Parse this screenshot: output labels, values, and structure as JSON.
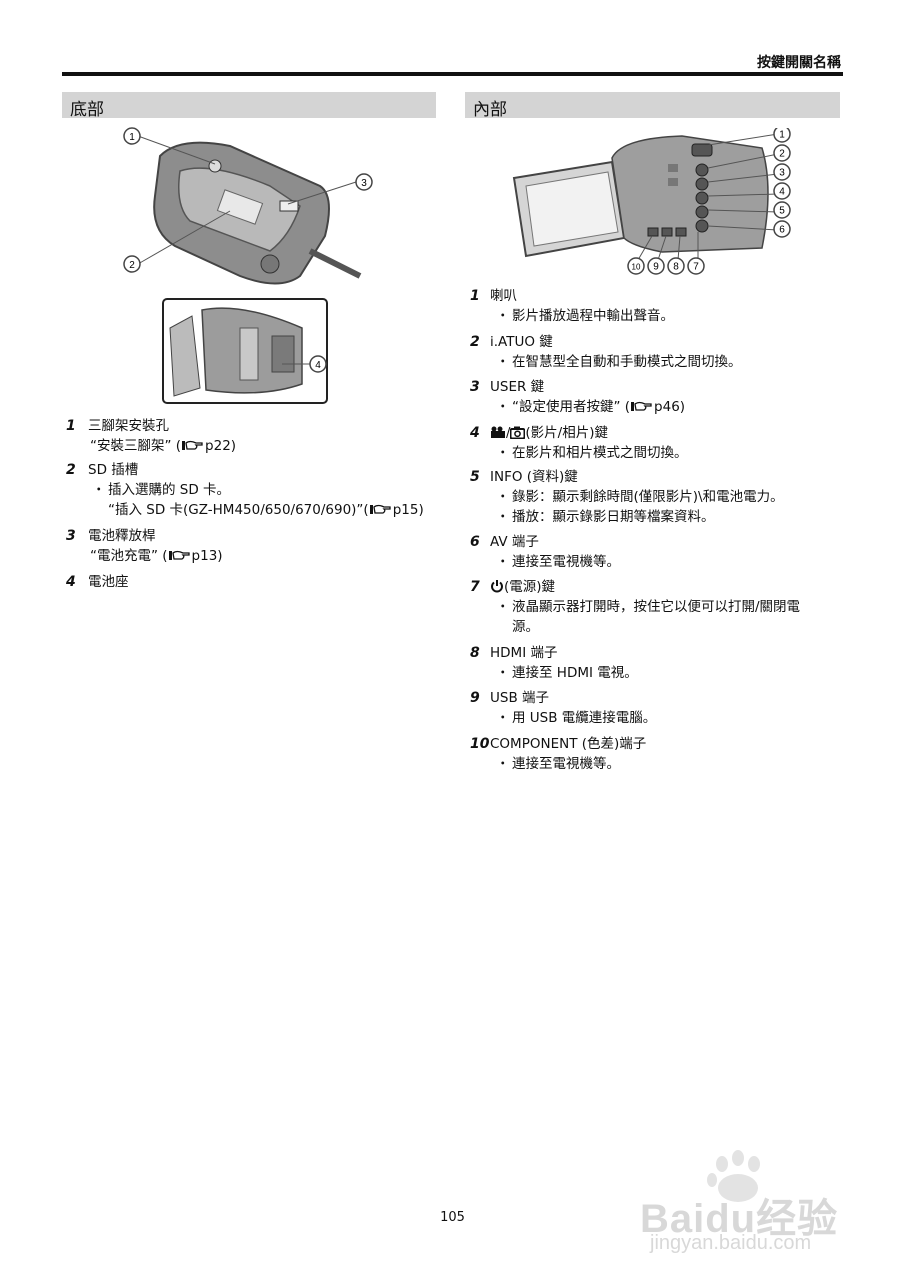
{
  "header": {
    "title": "按鍵開關名稱"
  },
  "sections": {
    "left_title": "底部",
    "right_title": "內部"
  },
  "bottom_items": [
    {
      "num": "1",
      "title": "三腳架安裝孔",
      "ref_before": "“安裝三腳架” (",
      "ref_after": "p22)"
    },
    {
      "num": "2",
      "title": "SD 插槽",
      "bullet": "插入選購的 SD 卡。",
      "ref_before": "“插入 SD 卡(GZ-HM450/650/670/690)”(",
      "ref_after": "p15)"
    },
    {
      "num": "3",
      "title": "電池釋放桿",
      "ref_before": "“電池充電” (",
      "ref_after": "p13)"
    },
    {
      "num": "4",
      "title": "電池座"
    }
  ],
  "inner_items": [
    {
      "num": "1",
      "title": "喇叭",
      "bullets": [
        "影片播放過程中輸出聲音。"
      ]
    },
    {
      "num": "2",
      "title": "i.ATUO 鍵",
      "bullets": [
        "在智慧型全自動和手動模式之間切換。"
      ]
    },
    {
      "num": "3",
      "title": "USER 鍵",
      "ref_before": "“設定使用者按鍵” (",
      "ref_after": "p46)"
    },
    {
      "num": "4",
      "title": "(影片/相片)鍵",
      "bullets": [
        "在影片和相片模式之間切換。"
      ]
    },
    {
      "num": "5",
      "title": "INFO (資料)鍵",
      "bullets": [
        "錄影：顯示剩餘時間(僅限影片)\\和電池電力。",
        "播放：顯示錄影日期等檔案資料。"
      ]
    },
    {
      "num": "6",
      "title": "AV 端子",
      "bullets": [
        "連接至電視機等。"
      ]
    },
    {
      "num": "7",
      "title": "(電源)鍵",
      "bullets": [
        "液晶顯示器打開時，按住它以便可以打開/關閉電",
        "源。"
      ]
    },
    {
      "num": "8",
      "title": "HDMI 端子",
      "bullets": [
        "連接至 HDMI 電視。"
      ]
    },
    {
      "num": "9",
      "title": "USB 端子",
      "bullets": [
        "用 USB 電纜連接電腦。"
      ]
    },
    {
      "num": "10",
      "title": "COMPONENT (色差)端子",
      "bullets": [
        "連接至電視機等。"
      ]
    }
  ],
  "callouts": {
    "bottom": [
      "1",
      "2",
      "3",
      "4"
    ],
    "inner_right": [
      "1",
      "2",
      "3",
      "4",
      "5",
      "6"
    ],
    "inner_bottom": [
      "10",
      "9",
      "8",
      "7"
    ]
  },
  "page_number": "105",
  "watermark": {
    "logo": "Baidu经验",
    "url": "jingyan.baidu.com"
  }
}
